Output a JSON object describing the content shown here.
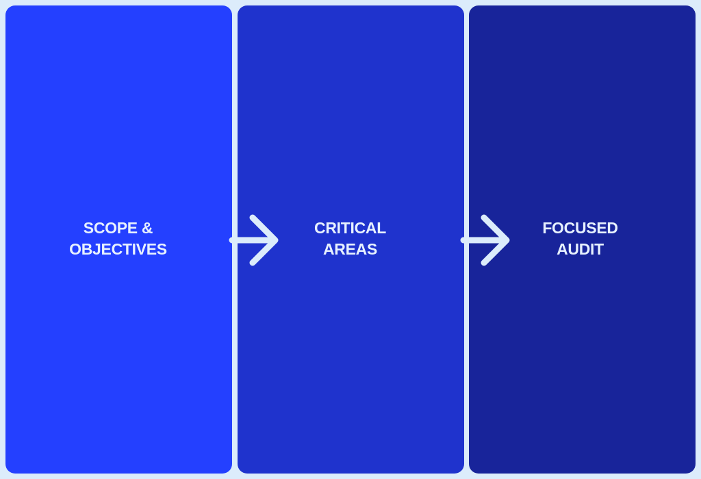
{
  "colors": {
    "background": "#dcecfb",
    "panels": [
      "#2440ff",
      "#1f33cd",
      "#18249a"
    ],
    "arrow": "#dcecfb",
    "label": "#e7f1ff"
  },
  "steps": [
    {
      "line1": "SCOPE &",
      "line2": "OBJECTIVES"
    },
    {
      "line1": "CRITICAL",
      "line2": "AREAS"
    },
    {
      "line1": "FOCUSED",
      "line2": "AUDIT"
    }
  ],
  "connectors": [
    {
      "icon": "arrow-right-icon"
    },
    {
      "icon": "arrow-right-icon"
    }
  ]
}
